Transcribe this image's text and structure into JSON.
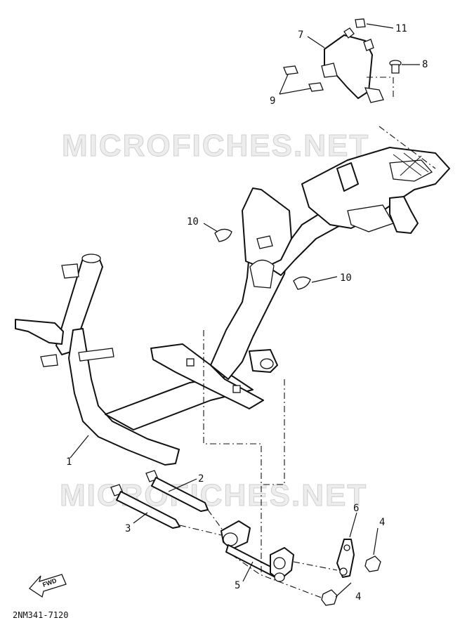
{
  "diagram": {
    "watermarks": [
      "MICROFICHES.NET",
      "MICROFICHES.NET"
    ],
    "code": "2NM341-7120",
    "fwd_label": "FWD",
    "callouts": [
      {
        "id": "1",
        "label": "1"
      },
      {
        "id": "2",
        "label": "2"
      },
      {
        "id": "3",
        "label": "3"
      },
      {
        "id": "4a",
        "label": "4"
      },
      {
        "id": "4b",
        "label": "4"
      },
      {
        "id": "5",
        "label": "5"
      },
      {
        "id": "6",
        "label": "6"
      },
      {
        "id": "7",
        "label": "7"
      },
      {
        "id": "8",
        "label": "8"
      },
      {
        "id": "9",
        "label": "9"
      },
      {
        "id": "10a",
        "label": "10"
      },
      {
        "id": "10b",
        "label": "10"
      },
      {
        "id": "11",
        "label": "11"
      }
    ]
  }
}
